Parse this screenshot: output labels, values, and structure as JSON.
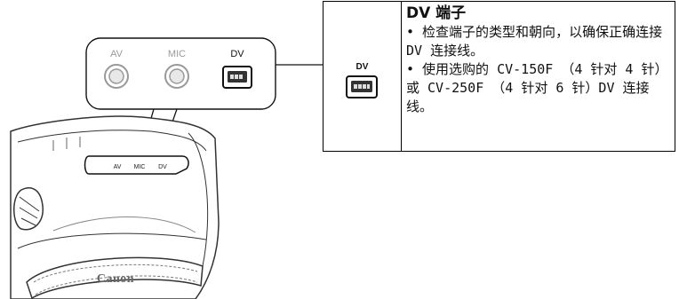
{
  "ports_panel": {
    "labels": [
      "AV",
      "MIC",
      "DV"
    ]
  },
  "camcorder": {
    "strip_labels": [
      "AV",
      "MIC",
      "DV"
    ],
    "brand": "Canon"
  },
  "info_box": {
    "icon_label": "DV",
    "title": "DV 端子",
    "bullet_1": "• 检查端子的类型和朝向，以确保正确连接 DV 连接线。",
    "bullet_2": "• 使用选购的 CV-150F （4 针对 4 针）或 CV-250F （4 针对 6 针）DV 连接线。"
  }
}
